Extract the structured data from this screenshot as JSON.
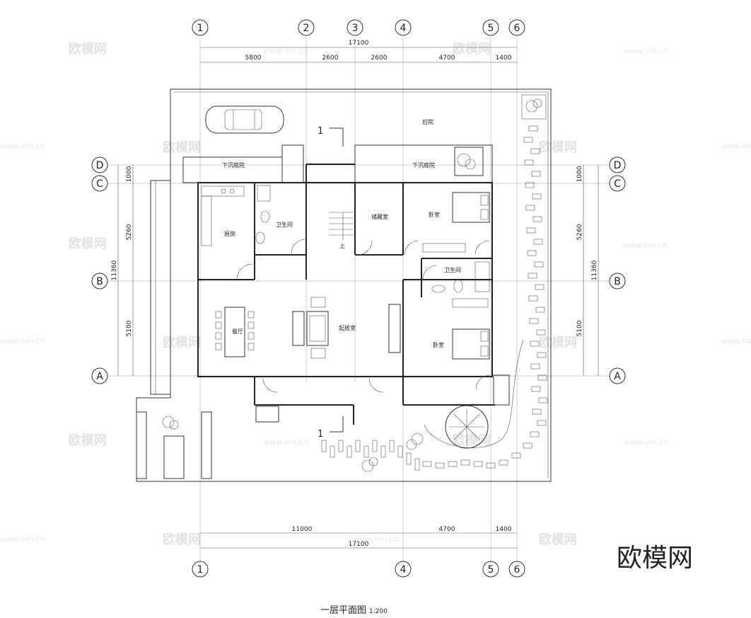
{
  "grid_top": [
    "1",
    "2",
    "3",
    "4",
    "5",
    "6"
  ],
  "grid_bottom": [
    "1",
    "4",
    "5",
    "6"
  ],
  "grid_side": [
    "D",
    "C",
    "B",
    "A"
  ],
  "dims": {
    "top_total": "17100",
    "top_segments": [
      "5800",
      "2600",
      "2600",
      "4700",
      "1400"
    ],
    "bottom_segments": [
      "11000",
      "4700",
      "1400"
    ],
    "bottom_total": "17100",
    "left_total": "11360",
    "left_segments": [
      "1000",
      "5260",
      "5100"
    ],
    "right_total": "11360",
    "right_segments": [
      "1000",
      "5260",
      "5100"
    ]
  },
  "rooms": {
    "back_yard": "后院",
    "sunken_court_left": "下沉庭院",
    "sunken_court_right": "下沉庭院",
    "kitchen": "厨房",
    "bath_left": "卫生间",
    "storage": "储藏室",
    "bedroom_top": "卧室",
    "bath_right": "卫生间",
    "dining": "餐厅",
    "living": "起居室",
    "bedroom_bottom": "卧室",
    "stair_up": "上"
  },
  "section_marks": [
    "1",
    "1"
  ],
  "title": "一层平面图",
  "scale": "1:200",
  "watermark_brand": "欧模网",
  "watermark_url": "www.om.cn"
}
